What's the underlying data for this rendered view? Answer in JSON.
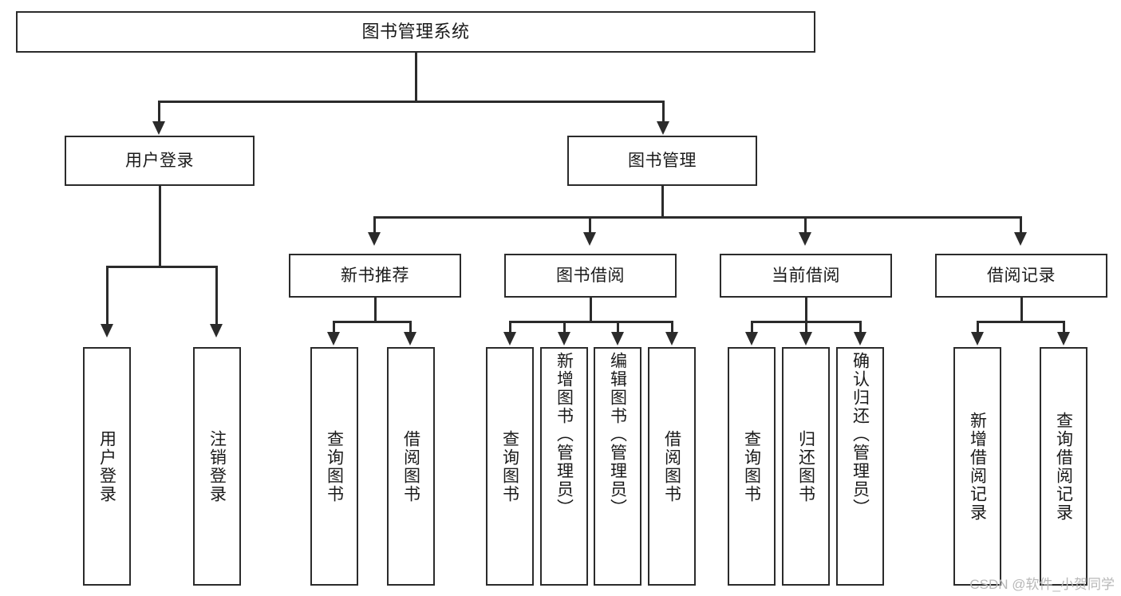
{
  "diagram": {
    "type": "tree-hierarchy-functional-decomposition",
    "root": {
      "label": "图书管理系统"
    },
    "level2": [
      {
        "id": "user-login",
        "label": "用户登录"
      },
      {
        "id": "book-management",
        "label": "图书管理"
      }
    ],
    "level3": [
      {
        "id": "new-book-recommend",
        "label": "新书推荐"
      },
      {
        "id": "book-borrow",
        "label": "图书借阅"
      },
      {
        "id": "current-borrow",
        "label": "当前借阅"
      },
      {
        "id": "borrow-record",
        "label": "借阅记录"
      }
    ],
    "leaves": {
      "user_login": [
        {
          "id": "leaf-user-login",
          "label": "用户登录"
        },
        {
          "id": "leaf-logout",
          "label": "注销登录"
        }
      ],
      "new_book_recommend": [
        {
          "id": "leaf-query-book-1",
          "label": "查询图书"
        },
        {
          "id": "leaf-borrow-book-1",
          "label": "借阅图书"
        }
      ],
      "book_borrow": [
        {
          "id": "leaf-query-book-2",
          "label": "查询图书"
        },
        {
          "id": "leaf-add-book",
          "label": "新增图书（管理员）"
        },
        {
          "id": "leaf-edit-book",
          "label": "编辑图书（管理员）"
        },
        {
          "id": "leaf-borrow-book-2",
          "label": "借阅图书"
        }
      ],
      "current_borrow": [
        {
          "id": "leaf-query-book-3",
          "label": "查询图书"
        },
        {
          "id": "leaf-return-book",
          "label": "归还图书"
        },
        {
          "id": "leaf-confirm-return",
          "label": "确认归还（管理员）"
        }
      ],
      "borrow_record": [
        {
          "id": "leaf-add-record",
          "label": "新增借阅记录"
        },
        {
          "id": "leaf-query-record",
          "label": "查询借阅记录"
        }
      ]
    }
  },
  "watermark": {
    "text": "CSDN @软件_小贺同学"
  },
  "colors": {
    "stroke": "#2b2b2b",
    "fill": "#ffffff",
    "text": "#1a1a1a",
    "watermark": "#b8b8b8"
  }
}
